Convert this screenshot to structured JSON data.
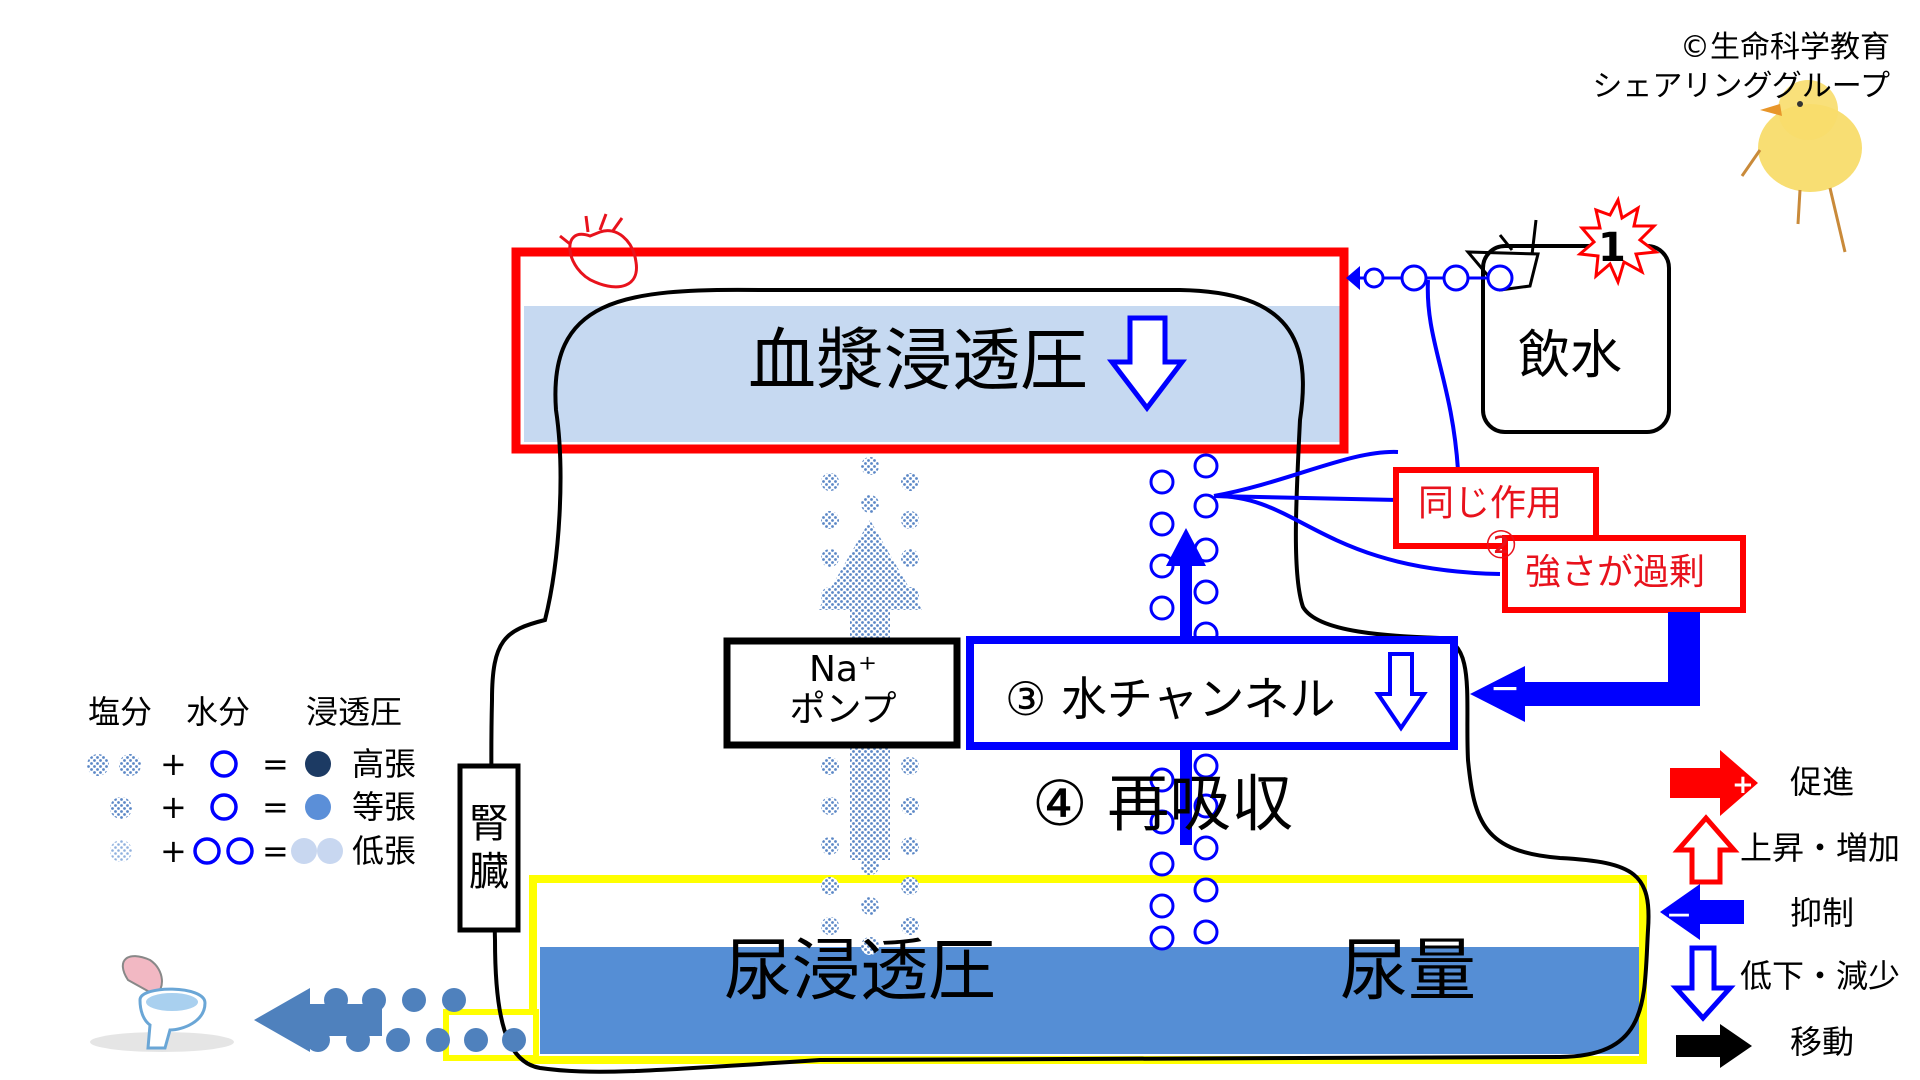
{
  "copyright": "©生命科学教育\nシェアリンググループ",
  "diagram": {
    "plasma_label": "血漿浸透圧",
    "drink_label": "飲水",
    "marker_1": "1",
    "same_action": "同じ作用",
    "marker_2": "②",
    "excess_label": "強さが過剰",
    "na_pump": "Na⁺\nポンプ",
    "water_channel": "③ 水チャンネル",
    "reabsorption": "④ 再吸収",
    "kidney": "腎\n臓",
    "urine_osmolality": "尿浸透圧",
    "urine_volume": "尿量",
    "minus_sign": "－"
  },
  "tonicity_legend": {
    "header_salt": "塩分",
    "header_water": "水分",
    "header_osmotic": "浸透圧",
    "plus": "+",
    "equals": "=",
    "rows": [
      {
        "label": "高張",
        "result_color": "#1c3a63"
      },
      {
        "label": "等張",
        "result_color": "#5b8fd8"
      },
      {
        "label": "低張",
        "result_color": "#c8d7f0"
      }
    ]
  },
  "arrow_legend": {
    "items": [
      {
        "label": "促進"
      },
      {
        "label": "上昇・増加"
      },
      {
        "label": "抑制"
      },
      {
        "label": "低下・減少"
      },
      {
        "label": "移動"
      }
    ]
  },
  "colors": {
    "red": "#ff0000",
    "blue": "#0000ff",
    "yellow": "#ffff00",
    "plasma_fill": "#c6d9f1",
    "urine_fill": "#558ed5",
    "arrow_blue": "#4f81bd"
  }
}
